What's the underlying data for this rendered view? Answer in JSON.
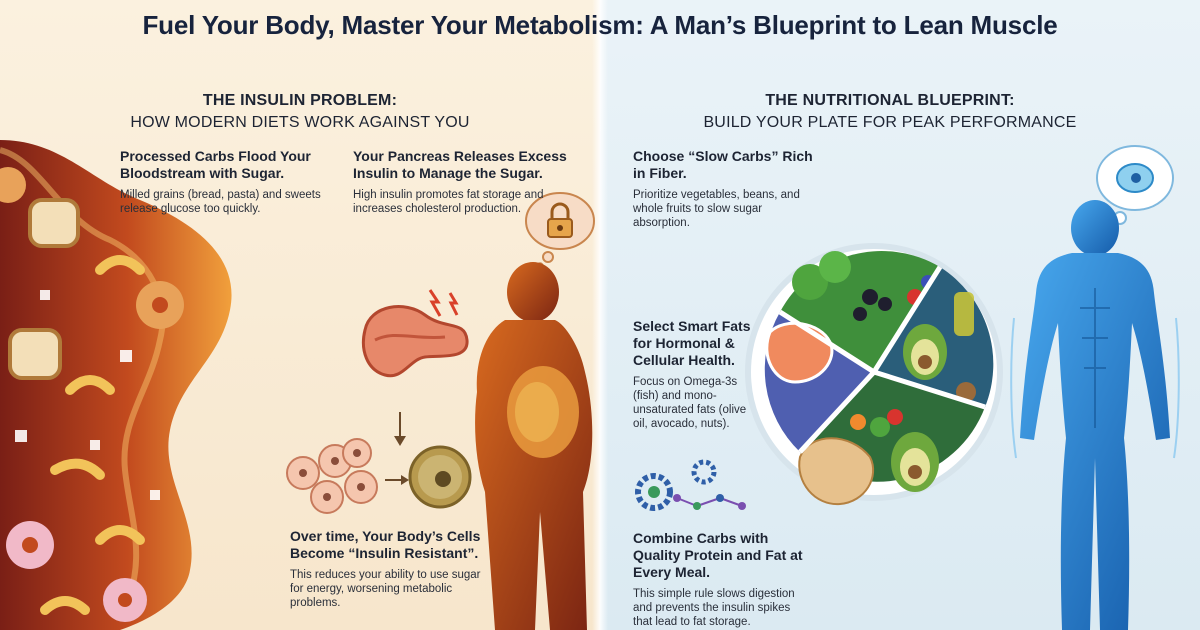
{
  "title": "Fuel Your Body, Master Your Metabolism: A Man’s Blueprint to Lean Muscle",
  "left": {
    "heading_line1": "THE INSULIN PROBLEM:",
    "heading_line2": "HOW MODERN DIETS WORK AGAINST YOU",
    "blocks": [
      {
        "heading": "Processed Carbs Flood Your Bloodstream with Sugar.",
        "text": "Milled grains (bread, pasta) and sweets release glucose too quickly."
      },
      {
        "heading": "Your Pancreas Releases Excess Insulin to Manage the Sugar.",
        "text": "High insulin promotes fat storage and increases cholesterol production."
      },
      {
        "heading": "Over time, Your Body’s Cells Become “Insulin Resistant”.",
        "text": "This reduces your ability to use sugar for energy, worsening metabolic problems."
      }
    ]
  },
  "right": {
    "heading_line1": "THE NUTRITIONAL BLUEPRINT:",
    "heading_line2": "BUILD YOUR PLATE FOR PEAK PERFORMANCE",
    "blocks": [
      {
        "heading": "Choose “Slow Carbs” Rich in Fiber.",
        "text": "Prioritize vegetables, beans, and whole fruits to slow sugar absorption."
      },
      {
        "heading": "Select Smart Fats for Hormonal & Cellular Health.",
        "text": "Focus on Omega-3s (fish) and mono-unsaturated fats (olive oil, avocado, nuts)."
      },
      {
        "heading": "Combine Carbs with Quality Protein and Fat at Every Meal.",
        "text": "This simple rule slows digestion and prevents the insulin spikes that lead to fat storage."
      }
    ]
  },
  "colors": {
    "title": "#17233d",
    "left_bg": "#f7e6cc",
    "right_bg": "#dbeaf2",
    "sugar_flow": "#d4642a",
    "silhouette_left": "#b5461b",
    "silhouette_right": "#1e78d0"
  },
  "icons": [
    "bread-icon",
    "donut-icon",
    "pasta-icon",
    "lock-icon",
    "pancreas-icon",
    "cell-icon",
    "plate-icon",
    "gear-icon",
    "molecule-icon"
  ]
}
